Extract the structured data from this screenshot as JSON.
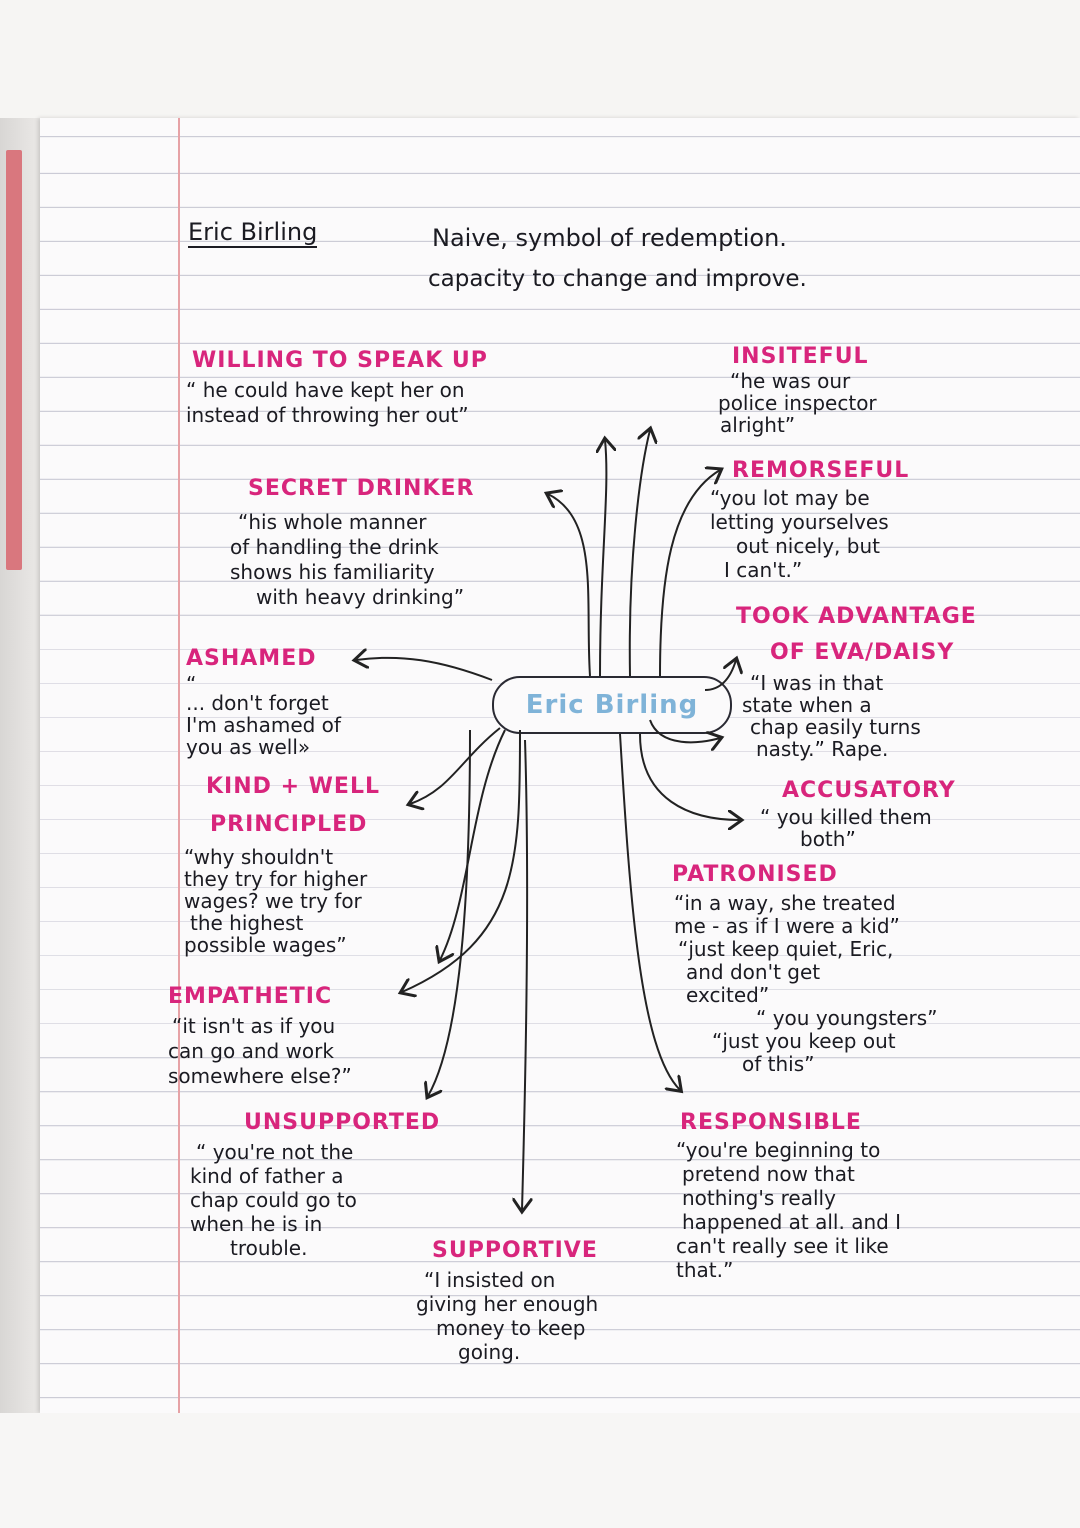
{
  "header": {
    "name": "Eric Birling",
    "line1": "Naive, symbol of redemption.",
    "line2": "capacity to change and improve."
  },
  "centre": {
    "label": "Eric Birling"
  },
  "traits": [
    {
      "heading": "WILLING TO SPEAK UP",
      "quote": [
        "“ he could have kept her on",
        "instead of throwing her out”"
      ]
    },
    {
      "heading": "SECRET DRINKER",
      "quote": [
        "“his whole manner",
        "of handling the drink",
        "shows his familiarity",
        "with heavy drinking”"
      ]
    },
    {
      "heading": "ASHAMED",
      "quote": [
        "“",
        "... don't forget",
        "I'm ashamed of",
        "you as well»"
      ]
    },
    {
      "heading": "KIND + WELL",
      "heading2": "PRINCIPLED",
      "quote": [
        "“why shouldn't",
        "they try for higher",
        "wages? we try for",
        "the highest",
        "possible wages”"
      ]
    },
    {
      "heading": "EMPATHETIC",
      "quote": [
        "“it isn't as if you",
        "can go and work",
        "somewhere else?”"
      ]
    },
    {
      "heading": "UNSUPPORTED",
      "quote": [
        "“ you're not the",
        "kind of father a",
        "chap could go to",
        "when he is in",
        "trouble."
      ]
    },
    {
      "heading": "SUPPORTIVE",
      "quote": [
        "“I insisted on",
        "giving her enough",
        "money to keep",
        "going."
      ]
    },
    {
      "heading": "INSITEFUL",
      "quote": [
        "“he was our",
        "police inspector",
        "alright”"
      ]
    },
    {
      "heading": "REMORSEFUL",
      "quote": [
        "“you lot may be",
        "letting yourselves",
        "out nicely, but",
        "I can't.”"
      ]
    },
    {
      "heading": "TOOK ADVANTAGE",
      "heading2": "OF EVA/DAISY",
      "quote": [
        "“I was in that",
        "state when a",
        "chap easily turns",
        "nasty.” Rape."
      ]
    },
    {
      "heading": "ACCUSATORY",
      "quote": [
        "“ you killed them",
        "both”"
      ]
    },
    {
      "heading": "PATRONISED",
      "quote": [
        "“in a way, she treated",
        "me - as if I were a kid”",
        "“just keep quiet, Eric,",
        "and don't get",
        "excited”",
        "“ you youngsters”",
        "“just you keep out",
        "of this”"
      ]
    },
    {
      "heading": "RESPONSIBLE",
      "quote": [
        "“you're beginning to",
        "pretend now that",
        "nothing's really",
        "happened at all. and I",
        "can't really see it like",
        "that.”"
      ]
    }
  ]
}
